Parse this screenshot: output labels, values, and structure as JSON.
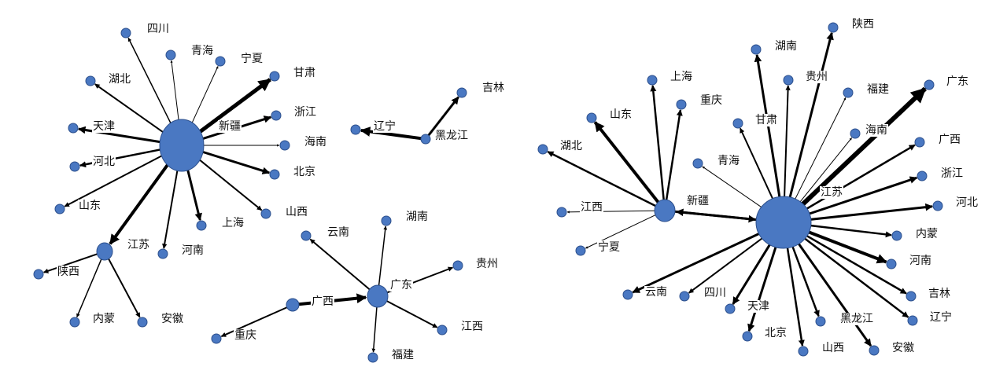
{
  "colors": {
    "node": "#4a78c2",
    "node_stroke": "#2c4f8c",
    "edge": "#000000"
  },
  "graphs": [
    {
      "id": "left",
      "nodes": [
        "新疆",
        "四川",
        "青海",
        "宁夏",
        "甘肃",
        "湖北",
        "浙江",
        "天津",
        "海南",
        "河北",
        "北京",
        "山东",
        "山西",
        "上海",
        "河南",
        "江苏",
        "陕西",
        "内蒙",
        "安徽",
        "黑龙江",
        "辽宁",
        "吉林",
        "广东",
        "广西",
        "重庆",
        "云南",
        "湖南",
        "贵州",
        "江西",
        "福建"
      ],
      "edges": [
        [
          "新疆",
          "四川",
          1.5
        ],
        [
          "新疆",
          "青海",
          1
        ],
        [
          "新疆",
          "宁夏",
          1
        ],
        [
          "新疆",
          "甘肃",
          5
        ],
        [
          "新疆",
          "湖北",
          2
        ],
        [
          "新疆",
          "浙江",
          3
        ],
        [
          "新疆",
          "天津",
          3
        ],
        [
          "新疆",
          "海南",
          1
        ],
        [
          "新疆",
          "河北",
          2.5
        ],
        [
          "新疆",
          "北京",
          3
        ],
        [
          "新疆",
          "山东",
          2
        ],
        [
          "新疆",
          "山西",
          2
        ],
        [
          "新疆",
          "上海",
          3
        ],
        [
          "新疆",
          "河南",
          2
        ],
        [
          "新疆",
          "江苏",
          4
        ],
        [
          "江苏",
          "陕西",
          2
        ],
        [
          "江苏",
          "内蒙",
          1.5
        ],
        [
          "江苏",
          "安徽",
          2
        ],
        [
          "黑龙江",
          "辽宁",
          4
        ],
        [
          "黑龙江",
          "吉林",
          3
        ],
        [
          "广西",
          "广东",
          4
        ],
        [
          "广西",
          "重庆",
          2
        ],
        [
          "广东",
          "云南",
          2
        ],
        [
          "广东",
          "湖南",
          1.5
        ],
        [
          "广东",
          "贵州",
          2
        ],
        [
          "广东",
          "江西",
          2
        ],
        [
          "广东",
          "福建",
          1.5
        ]
      ]
    },
    {
      "id": "right",
      "nodes": [
        "江苏",
        "新疆",
        "湖北",
        "山东",
        "上海",
        "重庆",
        "江西",
        "宁夏",
        "青海",
        "湖南",
        "陕西",
        "贵州",
        "甘肃",
        "福建",
        "广东",
        "海南",
        "广西",
        "浙江",
        "河北",
        "内蒙",
        "河南",
        "吉林",
        "辽宁",
        "安徽",
        "山西",
        "黑龙江",
        "北京",
        "天津",
        "四川",
        "云南"
      ],
      "edges": [
        [
          "新疆",
          "湖北",
          2.5
        ],
        [
          "新疆",
          "山东",
          4
        ],
        [
          "新疆",
          "上海",
          2.5
        ],
        [
          "新疆",
          "重庆",
          2.5
        ],
        [
          "新疆",
          "江西",
          1
        ],
        [
          "新疆",
          "宁夏",
          1
        ],
        [
          "新疆",
          "江苏",
          3
        ],
        [
          "江苏",
          "新疆",
          3
        ],
        [
          "江苏",
          "青海",
          1
        ],
        [
          "江苏",
          "湖南",
          3
        ],
        [
          "江苏",
          "陕西",
          3
        ],
        [
          "江苏",
          "贵州",
          2
        ],
        [
          "江苏",
          "甘肃",
          2
        ],
        [
          "江苏",
          "福建",
          1
        ],
        [
          "江苏",
          "广东",
          6
        ],
        [
          "江苏",
          "海南",
          1
        ],
        [
          "江苏",
          "广西",
          2.5
        ],
        [
          "江苏",
          "浙江",
          3
        ],
        [
          "江苏",
          "河北",
          3
        ],
        [
          "江苏",
          "内蒙",
          2.5
        ],
        [
          "江苏",
          "河南",
          4
        ],
        [
          "江苏",
          "吉林",
          2.5
        ],
        [
          "江苏",
          "辽宁",
          2.5
        ],
        [
          "江苏",
          "安徽",
          3
        ],
        [
          "江苏",
          "山西",
          2.5
        ],
        [
          "江苏",
          "黑龙江",
          2.5
        ],
        [
          "江苏",
          "北京",
          3
        ],
        [
          "江苏",
          "天津",
          3
        ],
        [
          "江苏",
          "四川",
          2
        ],
        [
          "江苏",
          "云南",
          3
        ]
      ]
    }
  ]
}
